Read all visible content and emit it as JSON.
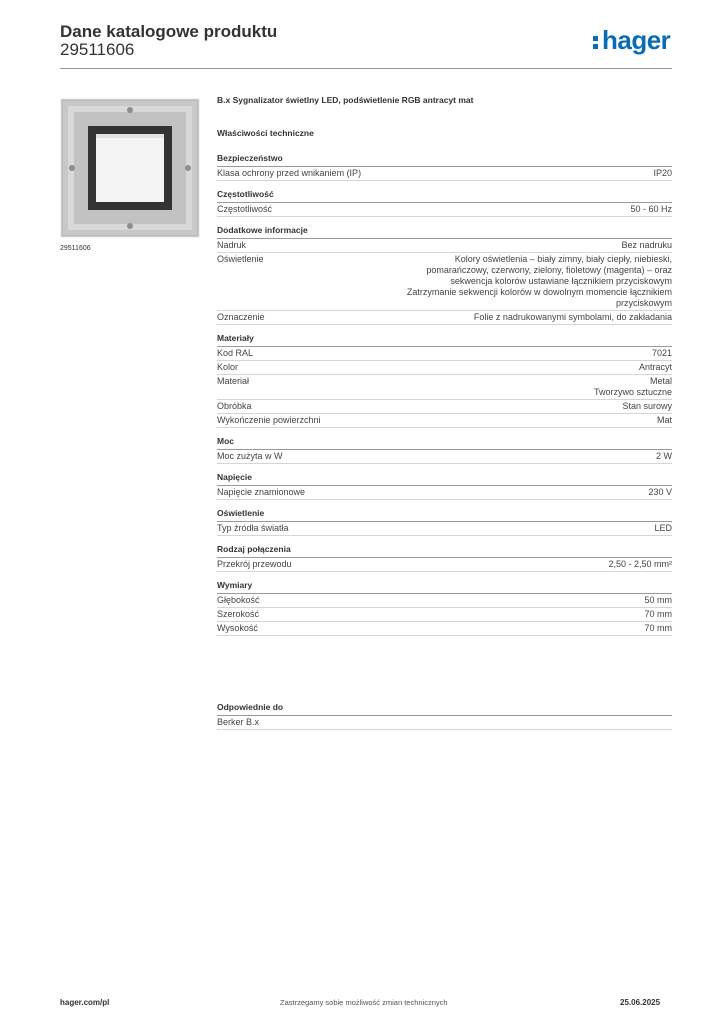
{
  "header": {
    "title": "Dane katalogowe produktu",
    "code": "29511606",
    "logo": "hager",
    "logo_color": "#0b6cb6"
  },
  "image": {
    "caption": "29511606"
  },
  "product_title": "B.x Sygnalizator świetlny LED, podświetlenie RGB antracyt mat",
  "technical_heading": "Właściwości techniczne",
  "sections": [
    {
      "title": "Bezpieczeństwo",
      "rows": [
        {
          "key": "Klasa ochrony przed wnikaniem (IP)",
          "value": [
            "IP20"
          ]
        }
      ]
    },
    {
      "title": "Częstotliwość",
      "rows": [
        {
          "key": "Częstotliwość",
          "value": [
            "50 - 60 Hz"
          ]
        }
      ]
    },
    {
      "title": "Dodatkowe informacje",
      "rows": [
        {
          "key": "Nadruk",
          "value": [
            "Bez nadruku"
          ]
        },
        {
          "key": "Oświetlenie",
          "value": [
            "Kolory oświetlenia – biały zimny, biały ciepły, niebieski,",
            "pomarańczowy, czerwony, zielony, fioletowy (magenta) – oraz",
            "sekwencja kolorów ustawiane łącznikiem przyciskowym",
            "Zatrzymanie sekwencji kolorów w dowolnym momencie łącznikiem",
            "przyciskowym"
          ]
        },
        {
          "key": "Oznaczenie",
          "value": [
            "Folie z nadrukowanymi symbolami, do zakładania"
          ]
        }
      ]
    },
    {
      "title": "Materiały",
      "rows": [
        {
          "key": "Kod RAL",
          "value": [
            "7021"
          ]
        },
        {
          "key": "Kolor",
          "value": [
            "Antracyt"
          ]
        },
        {
          "key": "Materiał",
          "value": [
            "Metal",
            "Tworzywo sztuczne"
          ]
        },
        {
          "key": "Obróbka",
          "value": [
            "Stan surowy"
          ]
        },
        {
          "key": "Wykończenie powierzchni",
          "value": [
            "Mat"
          ]
        }
      ]
    },
    {
      "title": "Moc",
      "rows": [
        {
          "key": "Moc zużyta w W",
          "value": [
            "2 W"
          ]
        }
      ]
    },
    {
      "title": "Napięcie",
      "rows": [
        {
          "key": "Napięcie znamionowe",
          "value": [
            "230 V"
          ]
        }
      ]
    },
    {
      "title": "Oświetlenie",
      "rows": [
        {
          "key": "Typ źródła światła",
          "value": [
            "LED"
          ]
        }
      ]
    },
    {
      "title": "Rodzaj połączenia",
      "rows": [
        {
          "key": "Przekrój przewodu",
          "value": [
            "2,50 - 2,50 mm²"
          ]
        }
      ]
    },
    {
      "title": "Wymiary",
      "rows": [
        {
          "key": "Głębokość",
          "value": [
            "50 mm"
          ]
        },
        {
          "key": "Szerokość",
          "value": [
            "70 mm"
          ]
        },
        {
          "key": "Wysokość",
          "value": [
            "70 mm"
          ]
        }
      ]
    }
  ],
  "suitable": {
    "title": "Odpowiednie do",
    "rows": [
      {
        "key": "Berker B.x",
        "value": [
          ""
        ]
      }
    ]
  },
  "footer": {
    "website": "hager.com/pl",
    "disclaimer": "Zastrzegamy sobie możliwość zmian technicznych",
    "date": "25.06.2025"
  }
}
